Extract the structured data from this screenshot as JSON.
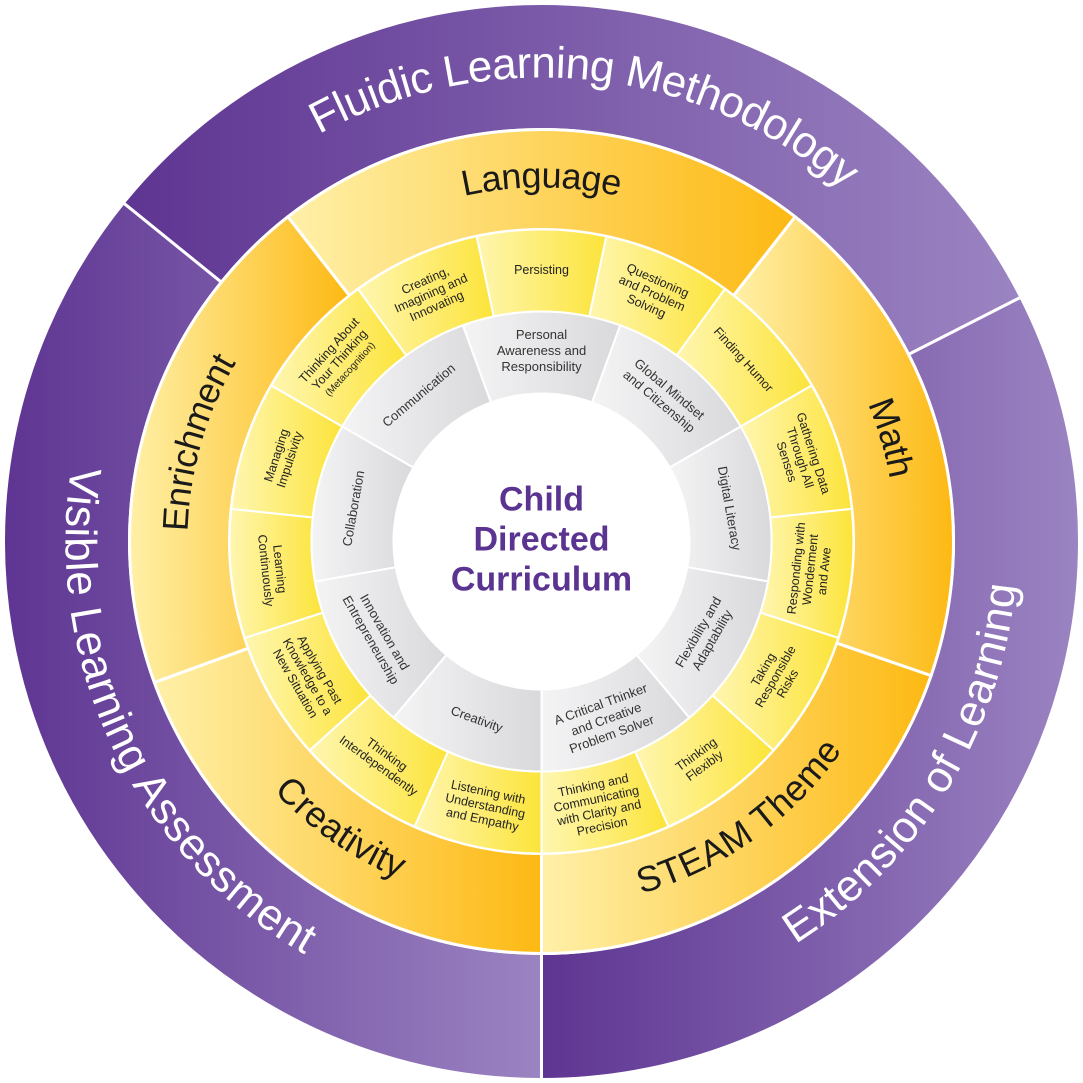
{
  "center": {
    "lines": [
      "Child",
      "Directed",
      "Curriculum"
    ]
  },
  "outer_ring": [
    {
      "label": "Fluidic Learning Methodology"
    },
    {
      "label": "Extension of Learning"
    },
    {
      "label": "Visible Learning Assessment"
    }
  ],
  "middle_ring": [
    {
      "label": "Language"
    },
    {
      "label": "Math"
    },
    {
      "label": "STEAM Theme"
    },
    {
      "label": "Creativity"
    },
    {
      "label": "Enrichment"
    }
  ],
  "habits_ring": [
    {
      "lines": [
        "Persisting"
      ]
    },
    {
      "lines": [
        "Questioning",
        "and Problem",
        "Solving"
      ]
    },
    {
      "lines": [
        "Finding Humor"
      ]
    },
    {
      "lines": [
        "Gathering Data",
        "Through All",
        "Senses"
      ]
    },
    {
      "lines": [
        "Responding with",
        "Wonderment",
        "and Awe"
      ]
    },
    {
      "lines": [
        "Taking",
        "Responsible",
        "Risks"
      ]
    },
    {
      "lines": [
        "Thinking",
        "Flexibly"
      ]
    },
    {
      "lines": [
        "Thinking and",
        "Communicating",
        "with Clarity and",
        "Precision"
      ]
    },
    {
      "lines": [
        "Listening with",
        "Understanding",
        "and Empathy"
      ]
    },
    {
      "lines": [
        "Thinking",
        "Interdependently"
      ]
    },
    {
      "lines": [
        "Applying Past",
        "Knowledge to a",
        "New Situation"
      ]
    },
    {
      "lines": [
        "Learning",
        "Continuously"
      ]
    },
    {
      "lines": [
        "Managing",
        "Impulsivity"
      ]
    },
    {
      "lines": [
        "Thinking About",
        "Your Thinking",
        "(Metacognition)"
      ]
    },
    {
      "lines": [
        "Creating,",
        "Imagining and",
        "Innovating"
      ]
    }
  ],
  "skills_ring": [
    {
      "lines": [
        "Personal",
        "Awareness and",
        "Responsibility"
      ]
    },
    {
      "lines": [
        "Global Mindset",
        "and Citizenship"
      ]
    },
    {
      "lines": [
        "Digital Literacy"
      ]
    },
    {
      "lines": [
        "Flexibility and",
        "Adaptability"
      ]
    },
    {
      "lines": [
        "A Critical Thinker",
        "and Creative",
        "Problem Solver"
      ]
    },
    {
      "lines": [
        "Creativity"
      ]
    },
    {
      "lines": [
        "Innovation and",
        "Entrepreneurship"
      ]
    },
    {
      "lines": [
        "Collaboration"
      ]
    },
    {
      "lines": [
        "Communication"
      ]
    }
  ],
  "colors": {
    "purple_dark": "#5e3592",
    "purple_light": "#9b84c2",
    "gold_dark": "#fdb913",
    "gold_light": "#fff0a8",
    "habit_fill": "#fce84a",
    "skill_fill": "#e9e9eb",
    "center_text": "#5b3391"
  }
}
